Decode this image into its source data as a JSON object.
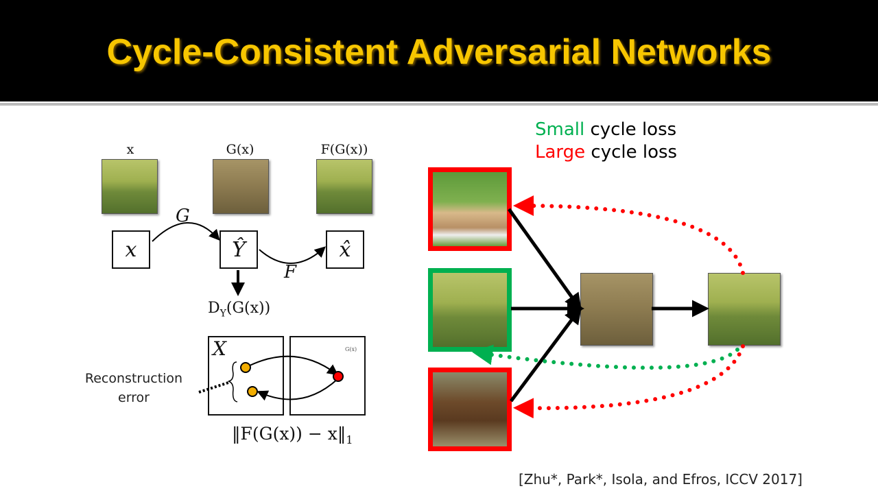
{
  "title": "Cycle-Consistent Adversarial Networks",
  "left": {
    "image_labels": [
      "x",
      "G(x)",
      "F(G(x))"
    ],
    "nodes": {
      "x": "x",
      "y_hat": "Ŷ",
      "x_hat": "x̂"
    },
    "edges": {
      "G": "G",
      "F": "F"
    },
    "discriminator": "D",
    "discriminator_sub": "Y",
    "discriminator_arg": "(G(x))",
    "domain_X": "X",
    "domain_Gx": "G(x)",
    "reconstruction": [
      "Reconstruction",
      "error"
    ],
    "loss_formula": "‖F(G(x)) − x‖",
    "loss_sub": "1"
  },
  "right": {
    "legend": [
      {
        "word": "Small",
        "rest": " cycle loss",
        "color": "#00b050"
      },
      {
        "word": "Large",
        "rest": " cycle loss",
        "color": "#ff0000"
      }
    ]
  },
  "citation": "[Zhu*, Park*, Isola, and Efros, ICCV 2017]"
}
